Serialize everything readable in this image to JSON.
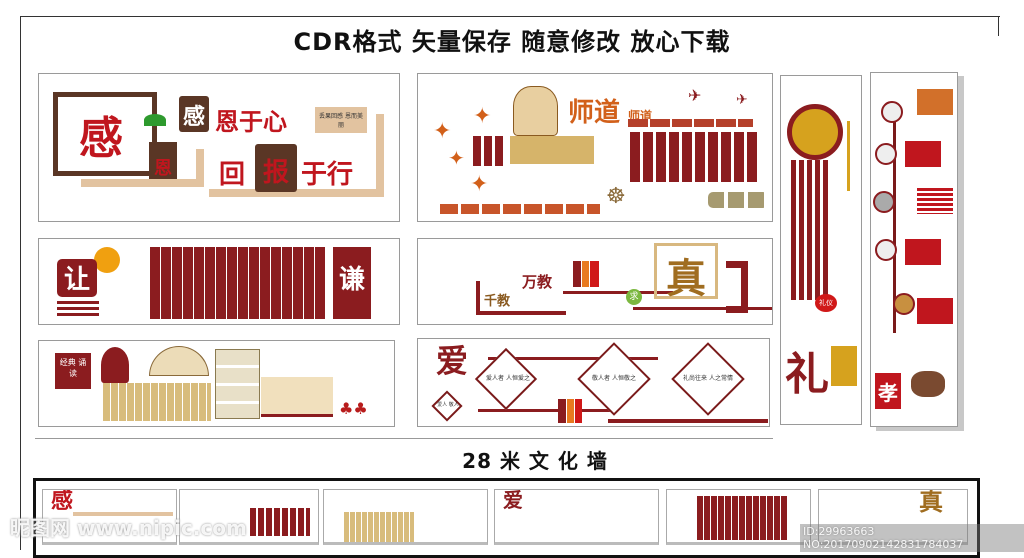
{
  "header": {
    "title": "CDR格式 矢量保存 随意修改 放心下载"
  },
  "section_label": "28 米 文 化 墙",
  "panels": {
    "gratitude": {
      "big": "感",
      "small": "恩",
      "line1_box": "感",
      "line1": "恩于心",
      "line2_a": "回",
      "line2_box": "报",
      "line2_b": "于行",
      "note": "丢果回感 恩而美丽"
    },
    "teacher": {
      "title": "师道",
      "subtitle": "师道"
    },
    "humility": {
      "left": "让",
      "right": "谦"
    },
    "truth": {
      "a": "千教",
      "b": "万教",
      "seal": "求",
      "big": "真"
    },
    "classics": {
      "seal": "经典 诵读"
    },
    "love": {
      "big": "爱",
      "d1": "爱人者 人恒爱之",
      "d2": "敬人者 人恒敬之",
      "d3": "礼尚往来 人之常情",
      "d4": "爱人 敬人"
    },
    "etiquette": {
      "big": "礼",
      "seal": "礼仪"
    },
    "filial": {
      "big": "孝"
    }
  },
  "watermark": {
    "site": "昵图网 www.nipic.com",
    "id": "ID:29963663 NO:20170902142831784037"
  },
  "colors": {
    "maroon": "#8b1c1f",
    "red": "#c0161e",
    "brown": "#5a3625",
    "tan": "#e2c3a0",
    "orange": "#d2601a",
    "gold": "#d6a21e"
  }
}
